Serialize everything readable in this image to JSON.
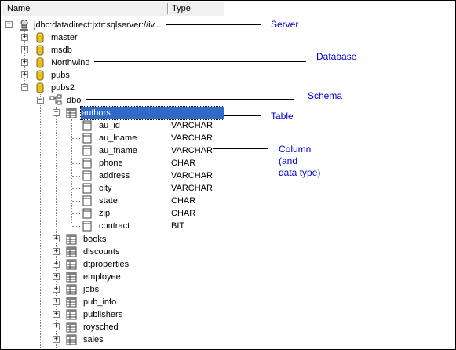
{
  "header": {
    "name": "Name",
    "type": "Type"
  },
  "tree": {
    "server": {
      "label": "jdbc:datadirect:jxtr:sqlserver://iv...",
      "icon": "server-icon"
    },
    "databases": [
      "master",
      "msdb",
      "Northwind",
      "pubs",
      "pubs2"
    ],
    "schema": {
      "label": "dbo",
      "icon": "schema-icon"
    },
    "table": {
      "label": "authors",
      "icon": "table-icon"
    },
    "columns": [
      {
        "name": "au_id",
        "type": "VARCHAR"
      },
      {
        "name": "au_lname",
        "type": "VARCHAR"
      },
      {
        "name": "au_fname",
        "type": "VARCHAR"
      },
      {
        "name": "phone",
        "type": "CHAR"
      },
      {
        "name": "address",
        "type": "VARCHAR"
      },
      {
        "name": "city",
        "type": "VARCHAR"
      },
      {
        "name": "state",
        "type": "CHAR"
      },
      {
        "name": "zip",
        "type": "CHAR"
      },
      {
        "name": "contract",
        "type": "BIT"
      }
    ],
    "other_tables": [
      "books",
      "discounts",
      "dtproperties",
      "employee",
      "jobs",
      "pub_info",
      "publishers",
      "roysched",
      "sales"
    ]
  },
  "callouts": {
    "server": "Server",
    "database": "Database",
    "schema": "Schema",
    "table": "Table",
    "column_line1": "Column",
    "column_line2": "(and",
    "column_line3": "data type)"
  },
  "colors": {
    "selection": "#316ac5",
    "callout_text": "#0000cc",
    "database_icon": "#e8c020"
  }
}
